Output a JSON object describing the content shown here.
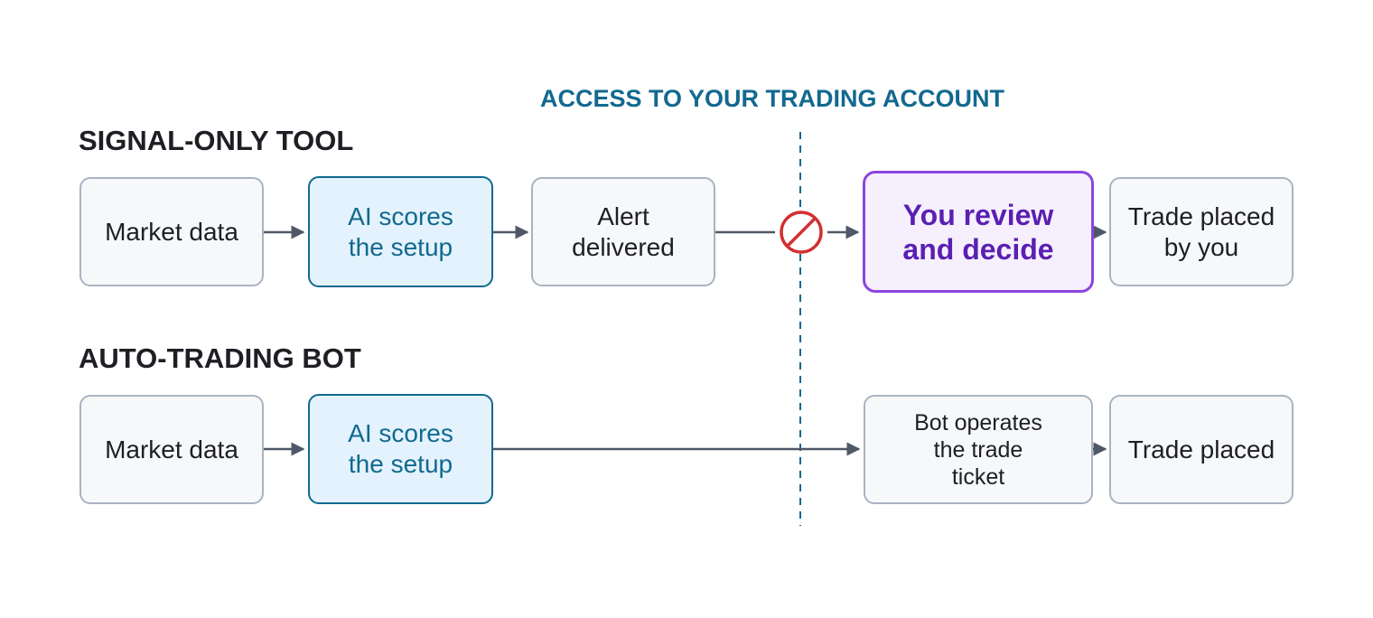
{
  "boundary_label": "ACCESS TO YOUR TRADING ACCOUNT",
  "signal": {
    "title": "SIGNAL-ONLY TOOL",
    "market_line1": "Market data",
    "ai_line1": "AI scores",
    "ai_line2": "the setup",
    "alert_line1": "Alert",
    "alert_line2": "delivered",
    "decide_line1": "You review",
    "decide_line2": "and decide",
    "placed_line1": "Trade placed",
    "placed_line2": "by you"
  },
  "bot": {
    "title": "AUTO-TRADING BOT",
    "market_line1": "Market data",
    "ai_line1": "AI scores",
    "ai_line2": "the setup",
    "operates_line1": "Bot operates",
    "operates_line2": "the trade",
    "operates_line3": "ticket",
    "placed_line1": "Trade placed"
  },
  "icons": {
    "blocked": "no-entry-icon"
  },
  "colors": {
    "accent_blue": "#12698f",
    "ai_fill": "#e3f2fc",
    "decide_border": "#8a45df",
    "decide_text": "#5b1fb1",
    "blocked_red": "#d32f2f",
    "arrow_gray": "#4f5866"
  }
}
